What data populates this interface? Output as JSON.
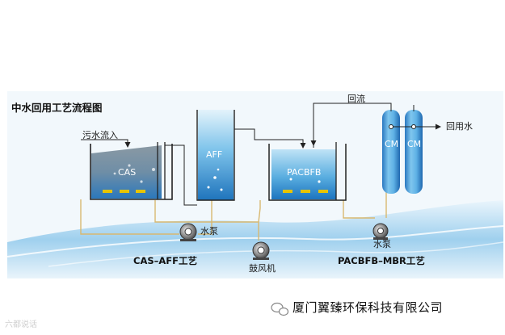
{
  "diagram": {
    "title": "中水回用工艺流程图",
    "labels": {
      "inflow": "污水流入",
      "cas": "CAS",
      "aff": "AFF",
      "pacbfb": "PACBFB",
      "cm_left": "CM",
      "cm_right": "CM",
      "reflux": "回流",
      "reuse_water": "回用水",
      "pump1": "水泵",
      "pump2": "水泵",
      "blower": "鼓风机",
      "cas_aff_process": "CAS–AFF工艺",
      "pacbfb_mbr_process": "PACBFB–MBR工艺"
    }
  },
  "footer": {
    "company": "厦门翼臻环保科技有限公司",
    "watermark": "六都说话"
  },
  "colors": {
    "water_light": "#a9d8f0",
    "water_dark": "#2f8fd0",
    "pipe": "#d8b870",
    "frame": "#222222"
  }
}
